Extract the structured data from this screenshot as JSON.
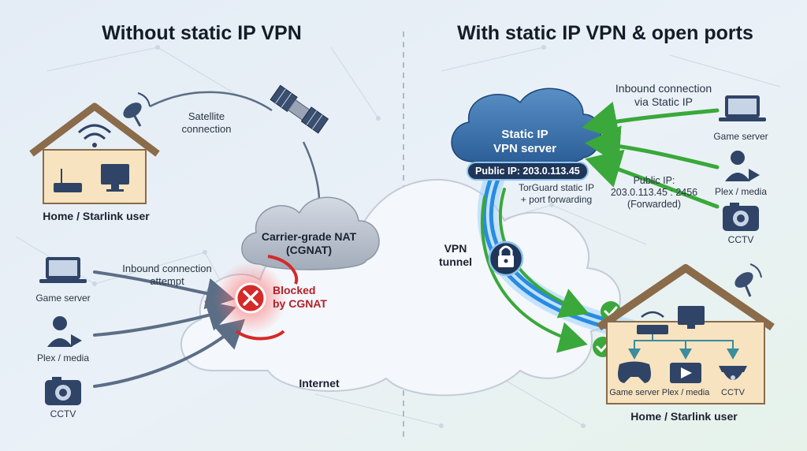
{
  "left": {
    "title": "Without static IP VPN",
    "home_label": "Home / Starlink user",
    "satellite_label": "Satellite\nconnection",
    "cgnat_label": "Carrier-grade NAT\n(CGNAT)",
    "inbound_label": "Inbound connection\nattempt",
    "blocked_label": "Blocked\nby CGNAT",
    "internet_label": "Internet",
    "clients": [
      "Game server",
      "Plex / media",
      "CCTV"
    ]
  },
  "right": {
    "title": "With static IP VPN & open ports",
    "inbound_label": "Inbound connection\nvia Static IP",
    "vpn_server_label": "Static IP\nVPN server",
    "public_ip_pill": "Public IP: 203.0.113.45",
    "torguard_label": "TorGuard static IP\n+ port forwarding",
    "forward_label": "Public IP:\n203.0.113.45 : 2456\n(Forwarded)",
    "tunnel_label": "VPN\ntunnel",
    "clients": [
      "Game server",
      "Plex / media",
      "CCTV"
    ],
    "home_label": "Home / Starlink user",
    "home_devices": [
      "Game server",
      "Plex / media",
      "CCTV"
    ]
  },
  "colors": {
    "green": "#3aa83a",
    "blocked_red": "#d42a2a",
    "tunnel_blue": "#2a8be0",
    "house_tan": "#f7e3bf",
    "roof_brown": "#8a6b4a",
    "device_navy": "#2f4466"
  }
}
